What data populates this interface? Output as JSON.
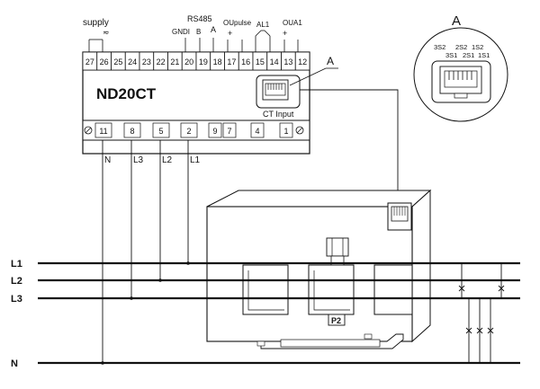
{
  "device": {
    "name": "ND20CT",
    "top_terminals": [
      "27",
      "26",
      "25",
      "24",
      "23",
      "22",
      "21",
      "20",
      "19",
      "18",
      "17",
      "16",
      "15",
      "14",
      "13",
      "12"
    ],
    "bottom_terminals": [
      "11",
      "8",
      "5",
      "2",
      "9",
      "7",
      "4",
      "1"
    ],
    "group_labels": {
      "supply": "supply",
      "supply_symbol": "≂",
      "rs485": "RS485",
      "gnd": "GNDI",
      "b": "B",
      "a": "A",
      "oupulse": "OUpulse",
      "plus1": "+",
      "al1": "AL1",
      "oua1": "OUA1",
      "plus2": "+"
    },
    "ct_input_label": "CT Input",
    "callout_label": "A"
  },
  "wire_labels": [
    "N",
    "L3",
    "L2",
    "L1"
  ],
  "connector_detail": {
    "title": "A",
    "pins_top": [
      "3S2",
      "2S2",
      "1S2"
    ],
    "pins_bottom": [
      "3S1",
      "2S1",
      "1S1"
    ]
  },
  "lines": [
    "L1",
    "L2",
    "L3",
    "N"
  ],
  "transformer_label": "P2"
}
